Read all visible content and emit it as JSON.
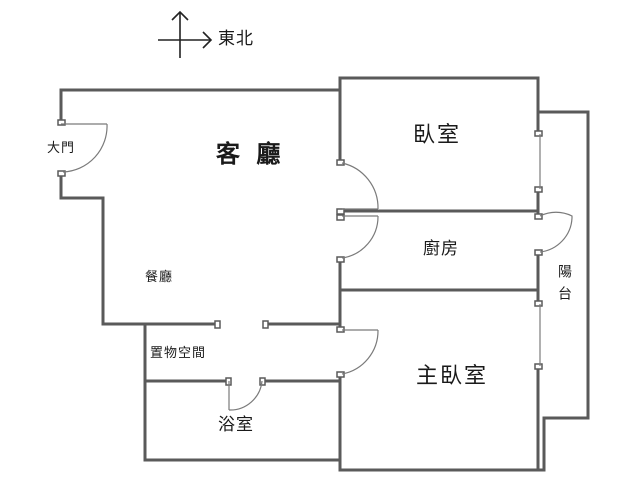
{
  "compass": {
    "label": "東北"
  },
  "rooms": {
    "living_room": "客 廳",
    "bedroom": "臥室",
    "kitchen": "廚房",
    "main_door": "大門",
    "dining": "餐廳",
    "balcony": "陽台",
    "storage": "置物空間",
    "master_bedroom": "主臥室",
    "bathroom": "浴室"
  },
  "colors": {
    "wall": "#5a5a5a",
    "door": "#7a7a7a",
    "text": "#1a1a1a"
  }
}
